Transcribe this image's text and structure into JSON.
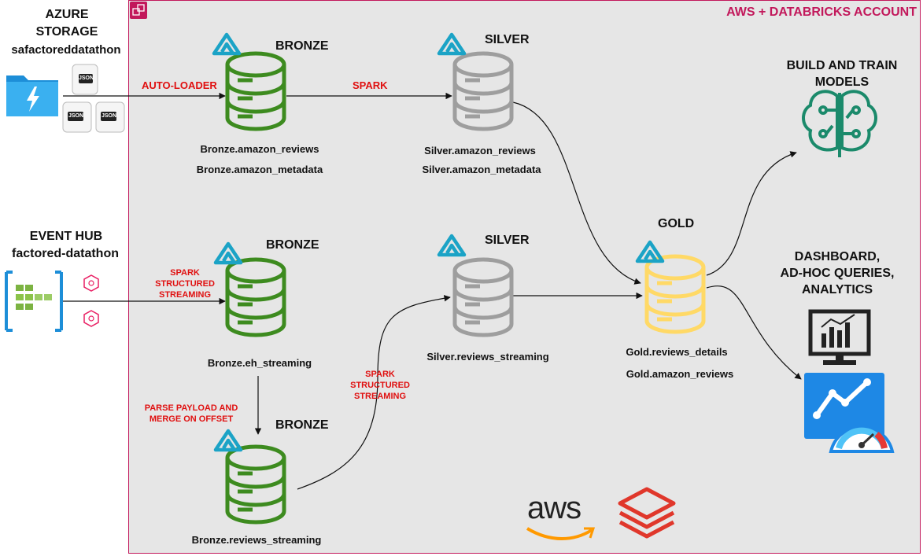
{
  "account": {
    "title": "AWS + DATABRICKS ACCOUNT"
  },
  "source_storage": {
    "line1": "AZURE",
    "line2": "STORAGE",
    "name": "safactoreddatathon",
    "file_label": "JSON"
  },
  "source_eventhub": {
    "line1": "EVENT HUB",
    "name": "factored-datathon"
  },
  "edges": {
    "auto_loader": "AUTO-LOADER",
    "spark": "SPARK",
    "sss1": [
      "SPARK",
      "STRUCTURED",
      "STREAMING"
    ],
    "parse": [
      "PARSE PAYLOAD AND",
      "MERGE ON OFFSET"
    ],
    "sss2": [
      "SPARK",
      "STRUCTURED",
      "STREAMING"
    ]
  },
  "nodes": {
    "bronze1": {
      "title": "BRONZE",
      "tables": [
        "Bronze.amazon_reviews",
        "Bronze.amazon_metadata"
      ]
    },
    "silver1": {
      "title": "SILVER",
      "tables": [
        "Silver.amazon_reviews",
        "Silver.amazon_metadata"
      ]
    },
    "bronze2": {
      "title": "BRONZE",
      "tables": [
        "Bronze.eh_streaming"
      ]
    },
    "silver2": {
      "title": "SILVER",
      "tables": [
        "Silver.reviews_streaming"
      ]
    },
    "bronze3": {
      "title": "BRONZE",
      "tables": [
        "Bronze.reviews_streaming"
      ]
    },
    "gold": {
      "title": "GOLD",
      "tables": [
        "Gold.reviews_details",
        "Gold.amazon_reviews"
      ]
    }
  },
  "outputs": {
    "ml": [
      "BUILD AND TRAIN",
      "MODELS"
    ],
    "bi": [
      "DASHBOARD,",
      "AD-HOC QUERIES,",
      "ANALYTICS"
    ]
  },
  "logos": {
    "aws": "aws"
  },
  "colors": {
    "bronze": "#3d8b1f",
    "silver": "#9e9e9e",
    "gold": "#ffd966",
    "delta": "#1ba3c6",
    "accent": "#c2185b",
    "edge_label": "#e01010"
  }
}
